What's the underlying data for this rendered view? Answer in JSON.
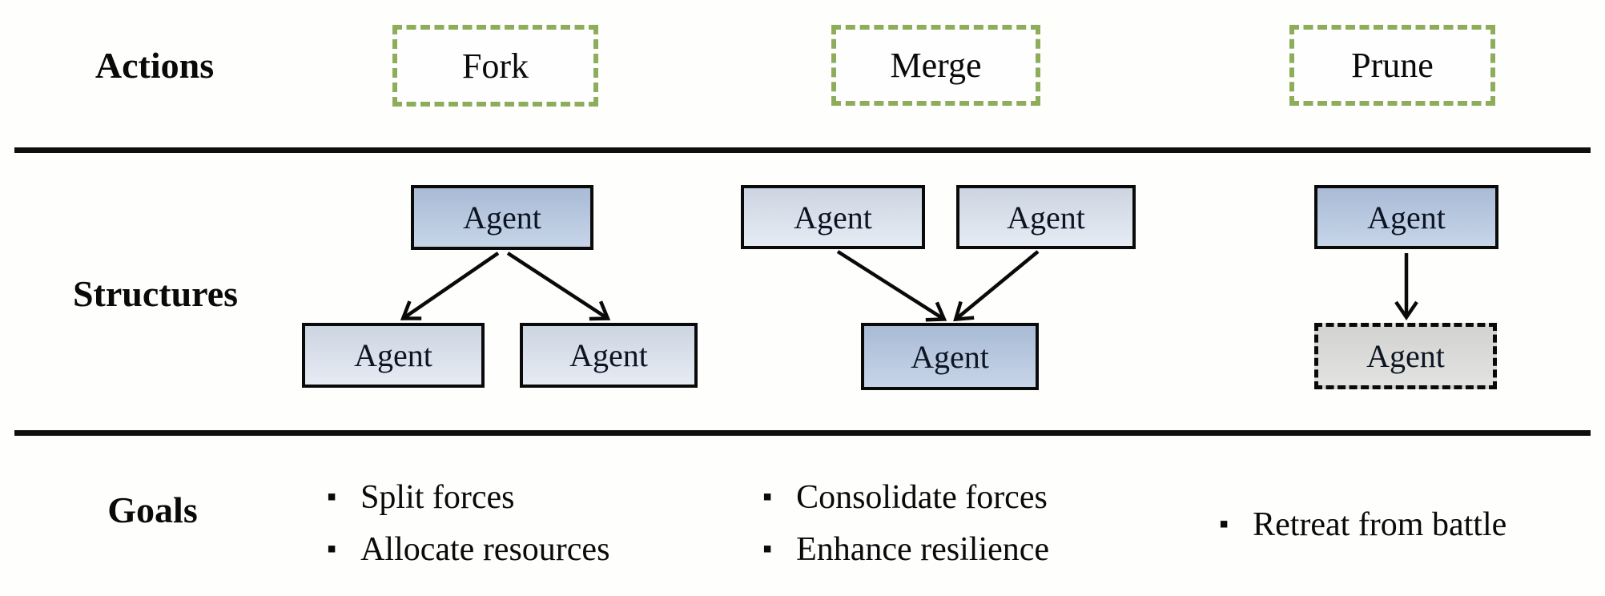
{
  "palette": {
    "action_border_green": "#8ead5b",
    "agent_blue": "#b7c9e2",
    "agent_light_blue": "#dfe6f0",
    "agent_gray": "#dcdcda",
    "line_black": "#0f0f0f"
  },
  "actions_row": {
    "label": "Actions",
    "items": [
      {
        "label": "Fork"
      },
      {
        "label": "Merge"
      },
      {
        "label": "Prune"
      }
    ]
  },
  "structures_row": {
    "label": "Structures",
    "fork": {
      "parent": "Agent",
      "left_child": "Agent",
      "right_child": "Agent"
    },
    "merge": {
      "left_parent": "Agent",
      "right_parent": "Agent",
      "child": "Agent"
    },
    "prune": {
      "parent": "Agent",
      "pruned_child": "Agent"
    }
  },
  "goals_row": {
    "label": "Goals",
    "fork": [
      "Split forces",
      "Allocate resources"
    ],
    "merge": [
      "Consolidate forces",
      "Enhance resilience"
    ],
    "prune": [
      "Retreat from battle"
    ]
  },
  "icons": {
    "bullet": "▪"
  }
}
